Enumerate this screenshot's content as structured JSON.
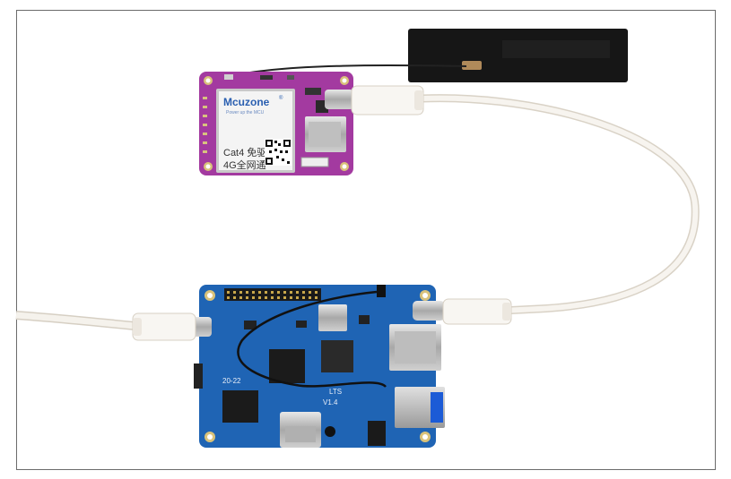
{
  "module": {
    "brand": "Mcuzone",
    "brand_suffix": "®",
    "slogan": "Power up the MCU",
    "line1": "Cat4 免驱",
    "line2": "4G全网通"
  },
  "board": {
    "silk_date": "20-22",
    "silk_model": "LTS",
    "silk_version": "V1.4"
  },
  "colors": {
    "module_pcb": "#a33aa0",
    "board_pcb": "#1f64b4",
    "cable": "#f4f0ea",
    "antenna": "#151515"
  }
}
